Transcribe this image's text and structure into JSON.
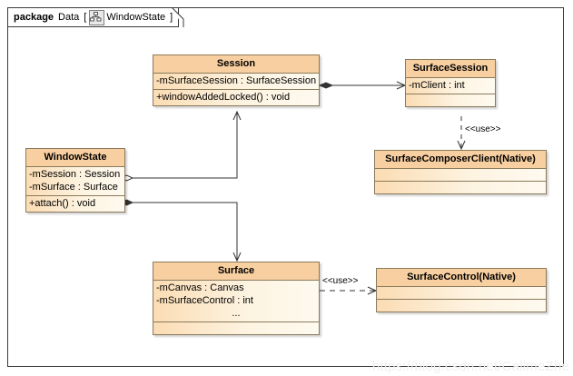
{
  "package": {
    "keyword": "package",
    "name": "Data",
    "bracket_open": "[",
    "bracket_close": "]",
    "diagram_name": "WindowState",
    "icon": "class-diagram-icon"
  },
  "colors": {
    "title_fill": "#f8cfa0",
    "body_fill": "#fdf3e0",
    "border": "#8a7a5c",
    "frame_border": "#3a3a3a",
    "line": "#333333",
    "watermark": "#efefef"
  },
  "classes": {
    "session": {
      "name": "Session",
      "attributes": [
        "-mSurfaceSession : SurfaceSession"
      ],
      "operations": [
        "+windowAddedLocked() : void"
      ]
    },
    "surface_session": {
      "name": "SurfaceSession",
      "attributes": [
        "-mClient : int"
      ],
      "operations": []
    },
    "surface_composer_client": {
      "name": "SurfaceComposerClient(Native)",
      "attributes": [],
      "operations": []
    },
    "window_state": {
      "name": "WindowState",
      "attributes": [
        "-mSession : Session",
        "-mSurface : Surface"
      ],
      "operations": [
        "+attach() : void"
      ]
    },
    "surface": {
      "name": "Surface",
      "attributes": [
        "-mCanvas : Canvas",
        "-mSurfaceControl : int",
        "..."
      ],
      "operations": []
    },
    "surface_control": {
      "name": "SurfaceControl(Native)",
      "attributes": [],
      "operations": []
    }
  },
  "relations": {
    "session_to_surfacesession": {
      "label": "",
      "kind": "composition"
    },
    "surfacesession_to_composer": {
      "label": "<<use>>",
      "kind": "dependency"
    },
    "windowstate_to_session": {
      "label": "",
      "kind": "aggregation"
    },
    "windowstate_to_surface": {
      "label": "",
      "kind": "composition"
    },
    "surface_to_surfacecontrol": {
      "label": "<<use>>",
      "kind": "dependency"
    }
  },
  "watermark": "https://blog.csdn.net/CallmeZhe"
}
